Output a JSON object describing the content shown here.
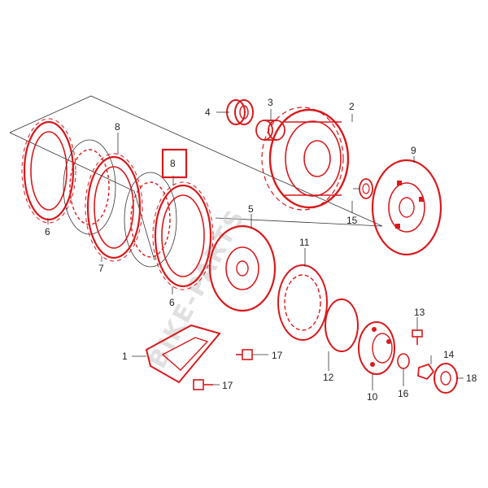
{
  "diagram": {
    "watermark": "BIKE-PARTS",
    "highlight_label": "8",
    "parts": [
      {
        "id": "p1",
        "label": "1"
      },
      {
        "id": "p2",
        "label": "2"
      },
      {
        "id": "p3",
        "label": "3"
      },
      {
        "id": "p4",
        "label": "4"
      },
      {
        "id": "p5",
        "label": "5"
      },
      {
        "id": "p6a",
        "label": "6"
      },
      {
        "id": "p6b",
        "label": "6"
      },
      {
        "id": "p7",
        "label": "7"
      },
      {
        "id": "p8",
        "label": "8"
      },
      {
        "id": "p9",
        "label": "9"
      },
      {
        "id": "p10",
        "label": "10"
      },
      {
        "id": "p11",
        "label": "11"
      },
      {
        "id": "p12",
        "label": "12"
      },
      {
        "id": "p13",
        "label": "13"
      },
      {
        "id": "p14",
        "label": "14"
      },
      {
        "id": "p15",
        "label": "15"
      },
      {
        "id": "p16",
        "label": "16"
      },
      {
        "id": "p17a",
        "label": "17"
      },
      {
        "id": "p17b",
        "label": "17"
      },
      {
        "id": "p18",
        "label": "18"
      }
    ],
    "colors": {
      "linework": "#d9191c",
      "labels": "#222222",
      "highlight_box": "#d9191c"
    }
  }
}
